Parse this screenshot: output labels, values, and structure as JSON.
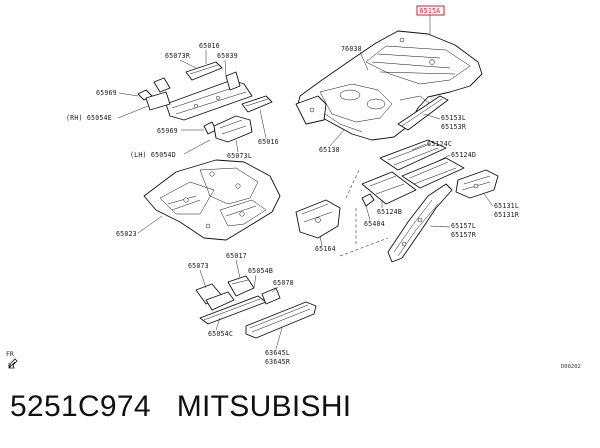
{
  "diagram": {
    "highlighted_part": "6515A",
    "labels": {
      "p65016_top": "65016",
      "p65073R": "65073R",
      "p65039": "65039",
      "p65969_a": "65969",
      "p65054E": "(RH) 65054E",
      "p65969_b": "65969",
      "p65016_mid": "65016",
      "p65054D": "(LH) 65054D",
      "p65073L": "65073L",
      "p65023": "65023",
      "p76038": "76038",
      "p65153L": "65153L",
      "p65153R": "65153R",
      "p65138": "65138",
      "p65124C": "65124C",
      "p65124D": "65124D",
      "p65131L": "65131L",
      "p65131R": "65131R",
      "p65124B": "65124B",
      "p65404": "65404",
      "p65157L": "65157L",
      "p65157R": "65157R",
      "p65164": "65164",
      "p65073_low": "65073",
      "p65017": "65017",
      "p65054B": "65054B",
      "p65078": "65078",
      "p65054C": "65054C",
      "p63645L": "63645L",
      "p63645R": "63645R"
    },
    "fr_mark": "FR",
    "diagram_code": "D00202"
  },
  "caption": "5251C974   MITSUBISHI",
  "colors": {
    "highlight": "#d21f2b",
    "line": "#111111"
  }
}
